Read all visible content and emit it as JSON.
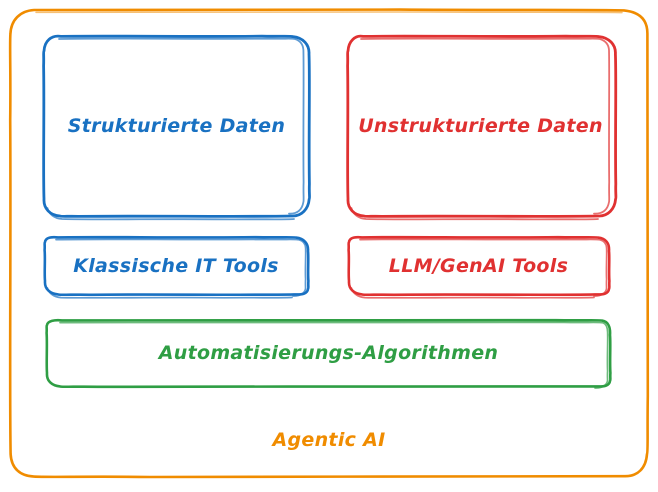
{
  "diagram": {
    "type": "hand-drawn-nested-boxes",
    "background": "#ffffff",
    "title_text": "Agentic AI",
    "colors": {
      "outer_frame": "#f08c00",
      "structured": "#1971c2",
      "unstructured": "#e03131",
      "automation": "#2f9e44",
      "agentic_label": "#f08c00"
    },
    "outer_container": {
      "label": "Agentic AI",
      "stroke": "#f08c00"
    },
    "nodes": [
      {
        "id": "structured-data",
        "label": "Strukturierte Daten",
        "stroke": "#1971c2",
        "column": "left",
        "row": "top"
      },
      {
        "id": "unstructured-data",
        "label": "Unstrukturierte Daten",
        "stroke": "#e03131",
        "column": "right",
        "row": "top"
      },
      {
        "id": "classic-it-tools",
        "label": "Klassische IT Tools",
        "stroke": "#1971c2",
        "column": "left",
        "row": "middle"
      },
      {
        "id": "llm-genai-tools",
        "label": "LLM/GenAI Tools",
        "stroke": "#e03131",
        "column": "right",
        "row": "middle"
      },
      {
        "id": "automation-algorithms",
        "label": "Automatisierungs-Algorithmen",
        "stroke": "#2f9e44",
        "column": "full",
        "row": "bottom"
      }
    ]
  }
}
